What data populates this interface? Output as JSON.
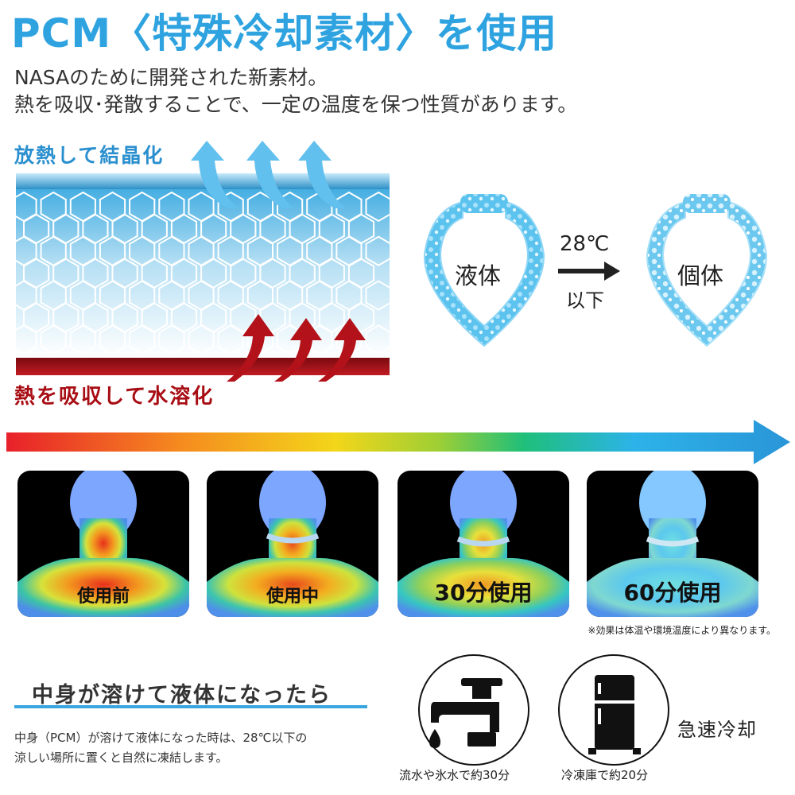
{
  "header": {
    "title": "PCM〈特殊冷却素材〉を使用",
    "line1": "NASAのために開発された新素材。",
    "line2": "熱を吸収･発散することで、一定の温度を保つ性質があります。"
  },
  "layer_diagram": {
    "top_label": "放熱して結晶化",
    "bottom_label": "熱を吸収して水溶化"
  },
  "phase_change": {
    "liquid": "液体",
    "solid": "個体",
    "temperature": "28℃",
    "below": "以下"
  },
  "thermal_panels": [
    {
      "label": "使用前"
    },
    {
      "label": "使用中"
    },
    {
      "label": "30分使用"
    },
    {
      "label": "60分使用"
    }
  ],
  "disclaimer": "※効果は体温や環境温度により異なります。",
  "melt_section": {
    "heading": "中身が溶けて液体になったら",
    "body_line1": "中身（PCM）が溶けて液体になった時は、28℃以下の",
    "body_line2": "涼しい場所に置くと自然に凍結します。",
    "faucet_caption": "流水や氷水で約30分",
    "freezer_caption": "冷凍庫で約20分",
    "quick_label": "急速冷却"
  },
  "colors": {
    "accent_blue": "#2fa3e0",
    "heat_red": "#a80d14",
    "crystal_blue": "#5bc3ee"
  },
  "icons": [
    "arrow-up-icon",
    "arrow-right-icon",
    "faucet-icon",
    "water-drop-icon",
    "freezer-icon"
  ]
}
